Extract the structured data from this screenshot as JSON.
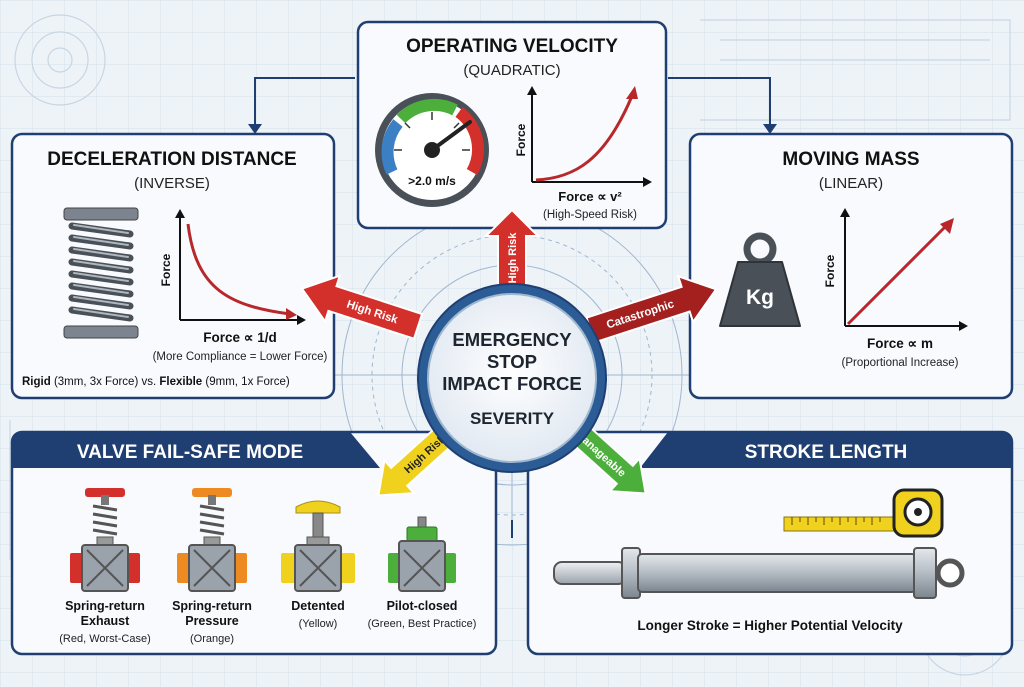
{
  "center": {
    "line1": "EMERGENCY",
    "line2": "STOP",
    "line3": "IMPACT FORCE",
    "severity": "SEVERITY"
  },
  "velocity": {
    "title": "OPERATING VELOCITY",
    "subtitle": "(QUADRATIC)",
    "gauge_label": ">2.0 m/s",
    "axis_label": "Force",
    "formula": "Force ∝ v²",
    "note": "(High-Speed Risk)"
  },
  "deceleration": {
    "title": "DECELERATION DISTANCE",
    "subtitle": "(INVERSE)",
    "axis_label": "Force",
    "formula": "Force ∝ 1/d",
    "note": "(More Compliance = Lower Force)",
    "compare_rigid": "Rigid",
    "compare_rigid_detail": " (3mm, 3x Force) vs. ",
    "compare_flexible": "Flexible",
    "compare_flexible_detail": " (9mm, 1x Force)"
  },
  "mass": {
    "title": "MOVING MASS",
    "subtitle": "(LINEAR)",
    "weight_label": "Kg",
    "axis_label": "Force",
    "formula": "Force ∝ m",
    "note": "(Proportional Increase)"
  },
  "valve": {
    "title": "VALVE FAIL-SAFE MODE",
    "items": [
      {
        "name1": "Spring-return",
        "name2": "Exhaust",
        "note": "(Red, Worst-Case)",
        "color": "#d3302b"
      },
      {
        "name1": "Spring-return",
        "name2": "Pressure",
        "note": "(Orange)",
        "color": "#ee8a22"
      },
      {
        "name1": "Detented",
        "name2": "",
        "note": "(Yellow)",
        "color": "#f0d21e"
      },
      {
        "name1": "Pilot-closed",
        "name2": "",
        "note": "(Green, Best Practice)",
        "color": "#4caf3c"
      }
    ]
  },
  "stroke": {
    "title": "STROKE LENGTH",
    "caption": "Longer Stroke = Higher Potential Velocity"
  },
  "arrows": {
    "top": "High Risk",
    "left": "High Risk",
    "right": "Catastrophic",
    "bottom_left": "High Risk",
    "bottom_right": "Manageable"
  },
  "colors": {
    "navy": "#1f3f73",
    "red": "#d3302b",
    "orange": "#ee8a22",
    "yellow": "#f0d21e",
    "green": "#4caf3c",
    "gauge_blue": "#3b7fc4"
  }
}
